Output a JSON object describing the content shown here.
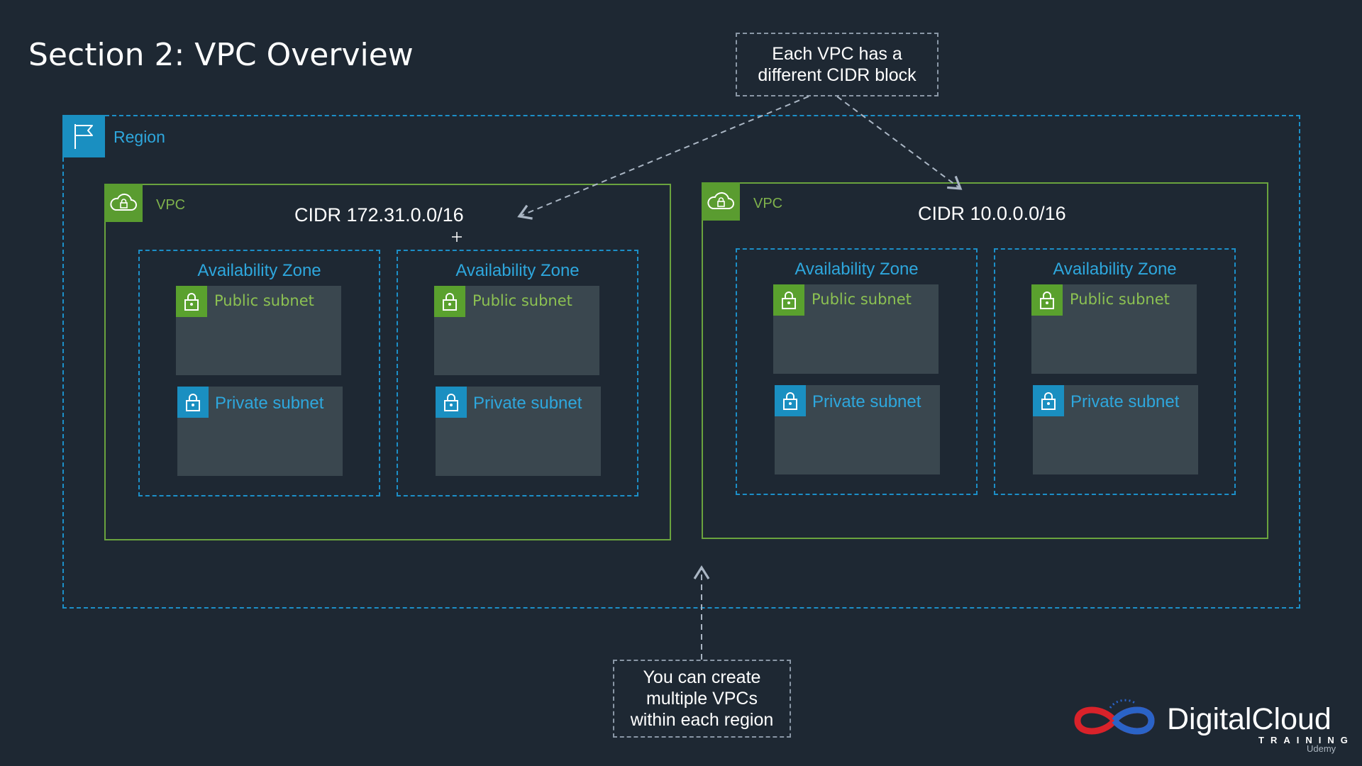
{
  "title": "Section 2: VPC Overview",
  "callouts": {
    "cidr_note_line1": "Each VPC has a",
    "cidr_note_line2": "different CIDR block",
    "region_note_line1": "You can create",
    "region_note_line2": "multiple VPCs",
    "region_note_line3": "within each region"
  },
  "region": {
    "label": "Region",
    "icon": "flag-icon"
  },
  "vpcs": [
    {
      "label": "VPC",
      "cidr": "CIDR 172.31.0.0/16",
      "icon": "cloud-lock-icon",
      "azs": [
        {
          "label": "Availability Zone",
          "public_label": "Public subnet",
          "private_label": "Private subnet"
        },
        {
          "label": "Availability Zone",
          "public_label": "Public subnet",
          "private_label": "Private subnet"
        }
      ]
    },
    {
      "label": "VPC",
      "cidr": "CIDR 10.0.0.0/16",
      "icon": "cloud-lock-icon",
      "azs": [
        {
          "label": "Availability Zone",
          "public_label": "Public subnet",
          "private_label": "Private subnet"
        },
        {
          "label": "Availability Zone",
          "public_label": "Public subnet",
          "private_label": "Private subnet"
        }
      ]
    }
  ],
  "branding": {
    "logo_name": "DigitalCloud",
    "logo_sub": "TRAINING",
    "watermark": "Udemy"
  },
  "colors": {
    "background": "#1e2833",
    "region_border": "#1c8fc8",
    "vpc_border": "#6aa33e",
    "public_accent": "#5aa12e",
    "private_accent": "#1a8fc1"
  }
}
